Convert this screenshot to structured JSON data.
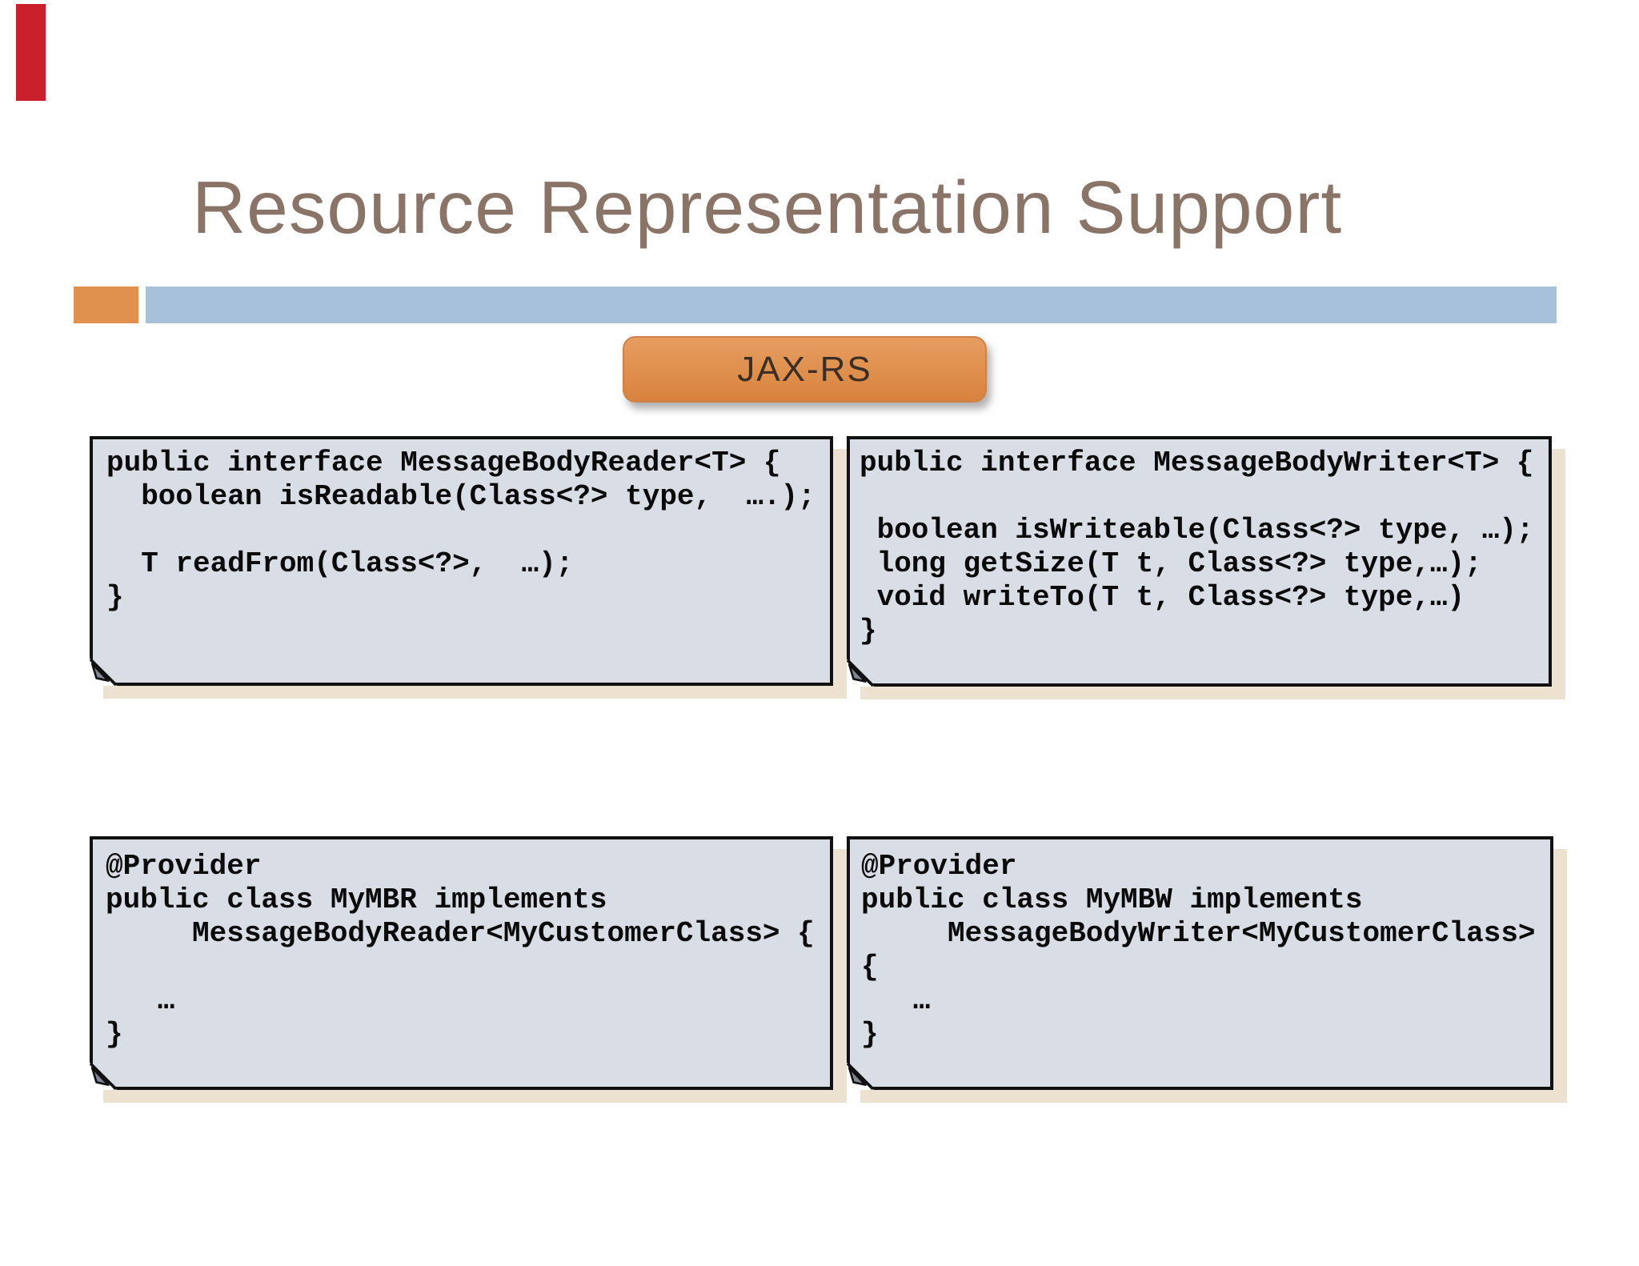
{
  "slide": {
    "title": "Resource Representation Support",
    "badge_label": "JAX-RS",
    "colors": {
      "accent_orange": "#e0914e",
      "accent_blue": "#a7c1da",
      "box_fill": "#d9dde6",
      "box_shadow_tan": "#ede2cf",
      "title_brown": "#8a7468",
      "red_marker": "#c9202b",
      "code_text": "#0a0a0a"
    }
  },
  "boxes": [
    {
      "id": "message-body-reader-interface",
      "code": "public interface MessageBodyReader<T> {\n  boolean isReadable(Class<?> type,  ….);\n\n  T readFrom(Class<?>,  …);\n}"
    },
    {
      "id": "message-body-writer-interface",
      "code": "public interface MessageBodyWriter<T> {\n\n boolean isWriteable(Class<?> type, …);\n long getSize(T t, Class<?> type,…);\n void writeTo(T t, Class<?> type,…)\n}"
    },
    {
      "id": "my-mbr-provider-class",
      "code": "@Provider\npublic class MyMBR implements\n     MessageBodyReader<MyCustomerClass> {\n\n   …\n}"
    },
    {
      "id": "my-mbw-provider-class",
      "code": "@Provider\npublic class MyMBW implements\n     MessageBodyWriter<MyCustomerClass>\n{\n   …\n}"
    }
  ]
}
